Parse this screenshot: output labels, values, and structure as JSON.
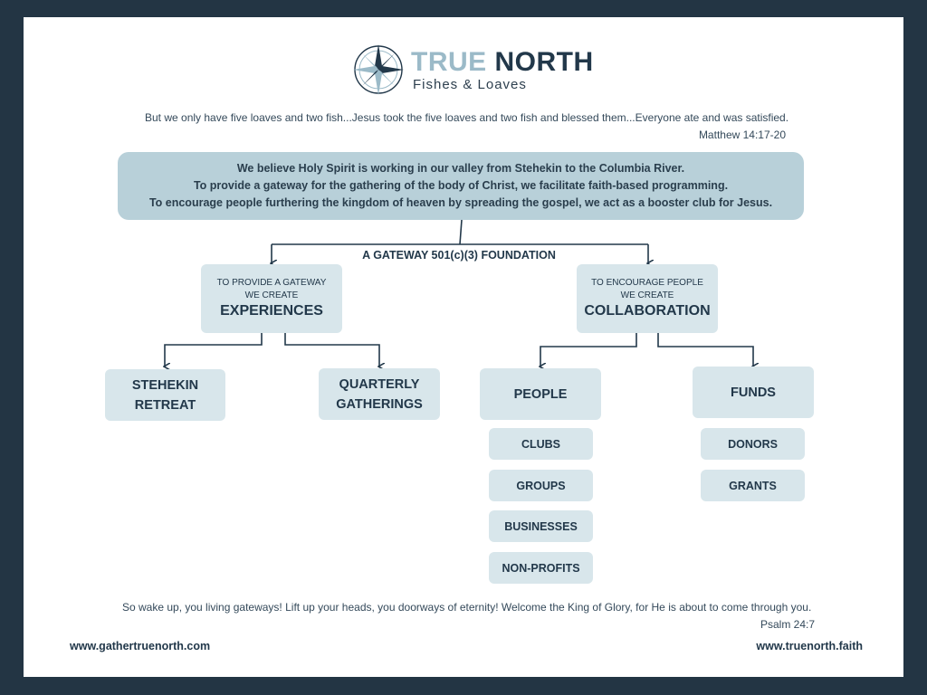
{
  "brand": {
    "word1": "TRUE",
    "word2": "NORTH",
    "tagline": "Fishes & Loaves"
  },
  "icons": {
    "logo": "compass-rose-icon"
  },
  "top_verse": {
    "text": "But we only have five loaves and two fish...Jesus took the five loaves and two fish and blessed them...Everyone ate and was satisfied.",
    "reference": "Matthew 14:17-20"
  },
  "mission": {
    "lines": [
      "We believe Holy Spirit is working in our valley from Stehekin to the Columbia River.",
      "To provide a gateway for the gathering of the body of Christ, we facilitate faith-based programming.",
      "To encourage people furthering the kingdom of heaven by spreading the gospel, we act as a booster club for Jesus."
    ]
  },
  "foundation_label": "A GATEWAY 501(c)(3) FOUNDATION",
  "experiences": {
    "line1": "TO PROVIDE A GATEWAY",
    "line2": "WE CREATE",
    "title": "EXPERIENCES",
    "children": [
      {
        "line1": "STEHEKIN",
        "line2": "RETREAT"
      },
      {
        "line1": "QUARTERLY",
        "line2": "GATHERINGS"
      }
    ]
  },
  "collaboration": {
    "line1": "TO  ENCOURAGE PEOPLE",
    "line2": "WE CREATE",
    "title": "COLLABORATION",
    "people": {
      "label": "PEOPLE",
      "items": [
        "CLUBS",
        "GROUPS",
        "BUSINESSES",
        "NON-PROFITS"
      ]
    },
    "funds": {
      "label": "FUNDS",
      "items": [
        "DONORS",
        "GRANTS"
      ]
    }
  },
  "bottom_verse": {
    "text": "So wake up, you living gateways! Lift up your heads, you doorways of eternity! Welcome the King of Glory, for He is about to come through you.",
    "reference": "Psalm 24:7"
  },
  "footer": {
    "left_url": "www.gathertruenorth.com",
    "right_url": "www.truenorth.faith"
  },
  "colors": {
    "frame": "#233544",
    "navy": "#22384a",
    "mission_box": "#b8d0d9",
    "node_box": "#d8e6eb",
    "brand_light": "#9bbac8"
  }
}
